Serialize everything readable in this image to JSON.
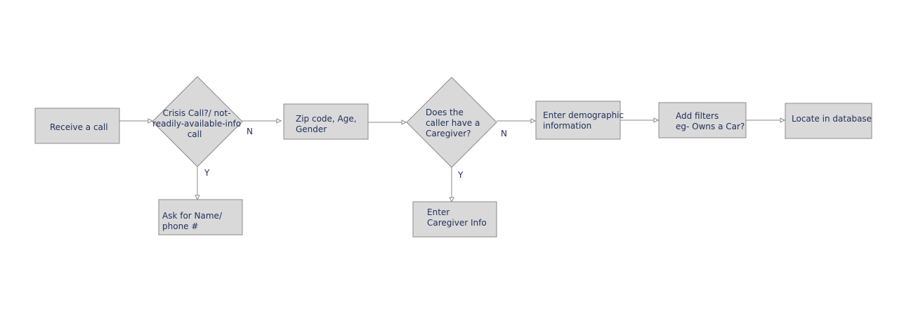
{
  "nodes": {
    "receive_call": {
      "lines": [
        "Receive a call"
      ]
    },
    "crisis_decision": {
      "lines": [
        "Crisis Call?/  not-",
        "readily-available-info",
        "call"
      ]
    },
    "zip_age_gender": {
      "lines": [
        "Zip code, Age,",
        "Gender"
      ]
    },
    "caregiver_decision": {
      "lines": [
        "Does the",
        "caller have a",
        "Caregiver?"
      ]
    },
    "demographic_info": {
      "lines": [
        "Enter demographic",
        "information"
      ]
    },
    "add_filters": {
      "lines": [
        "Add filters",
        "eg- Owns a Car?"
      ]
    },
    "locate_database": {
      "lines": [
        "Locate in database"
      ]
    },
    "ask_name_phone": {
      "lines": [
        "Ask for Name/",
        "phone #"
      ]
    },
    "enter_caregiver": {
      "lines": [
        "Enter",
        "Caregiver Info"
      ]
    }
  },
  "edge_labels": {
    "crisis_no": "N",
    "crisis_yes": "Y",
    "caregiver_no": "N",
    "caregiver_yes": "Y"
  }
}
